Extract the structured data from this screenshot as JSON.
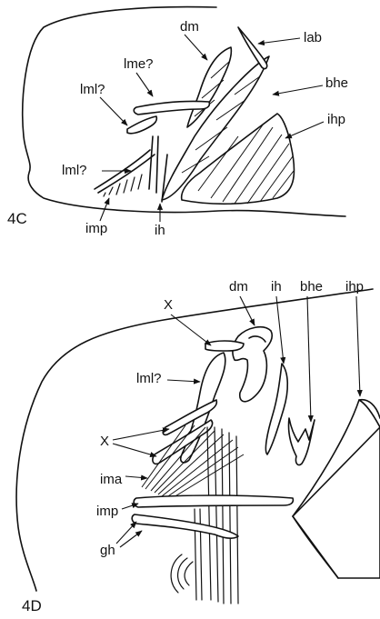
{
  "panel_c": {
    "panel_label": "4C",
    "labels": {
      "dm": "dm",
      "lab": "lab",
      "lme": "lme?",
      "lml_upper": "lml?",
      "lml_lower": "lml?",
      "bhe": "bhe",
      "ihp": "ihp",
      "imp": "imp",
      "ih": "ih"
    }
  },
  "panel_d": {
    "panel_label": "4D",
    "labels": {
      "x_top": "X",
      "dm": "dm",
      "ih": "ih",
      "bhe": "bhe",
      "ihp": "ihp",
      "lml": "lml?",
      "x_mid": "X",
      "ima": "ima",
      "imp": "imp",
      "gh": "gh"
    }
  }
}
